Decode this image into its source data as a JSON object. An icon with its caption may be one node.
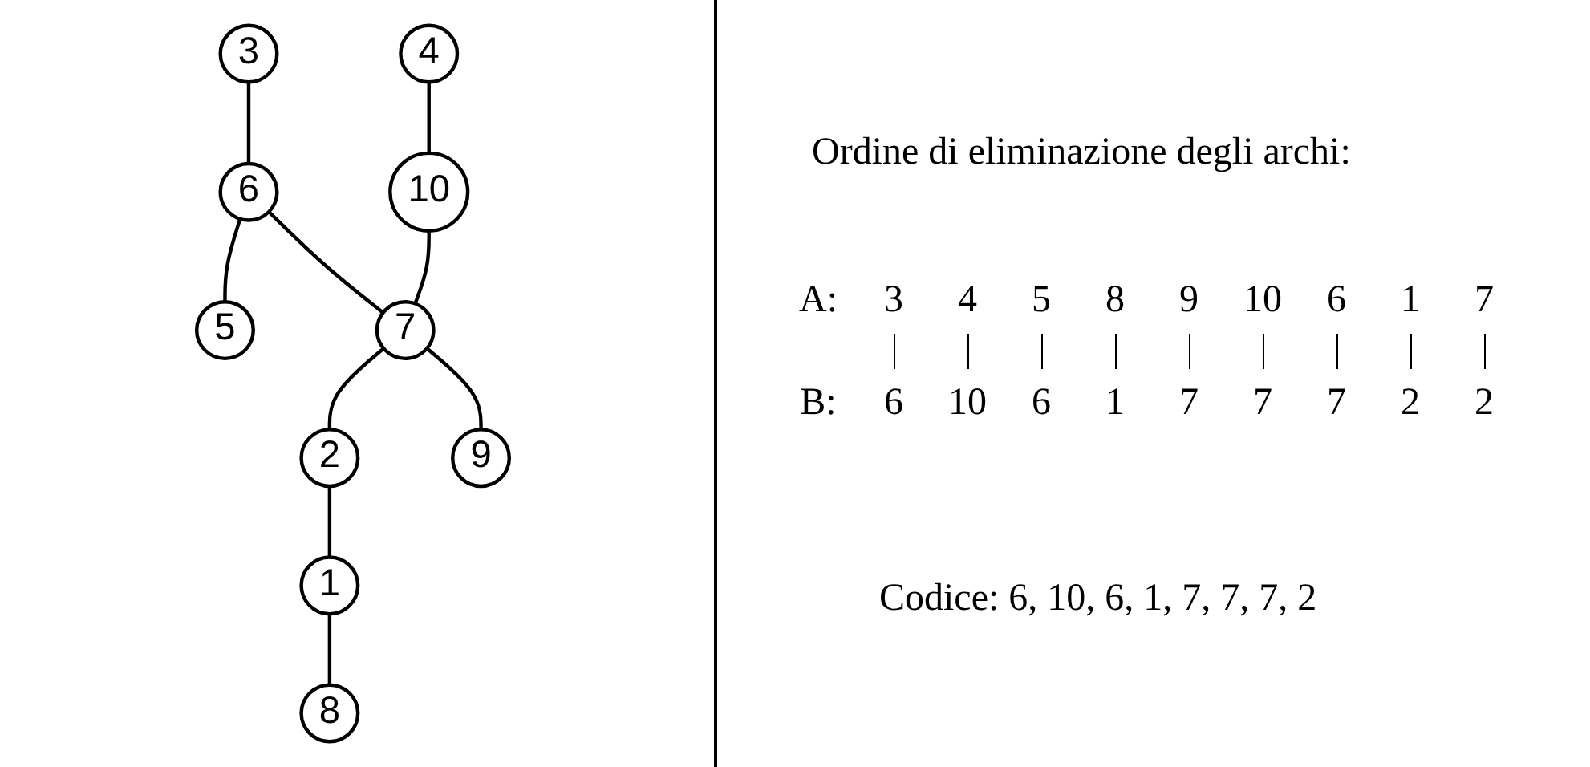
{
  "diagram": {
    "nodes": [
      {
        "text": [
          "3"
        ]
      },
      {
        "text": [
          "4"
        ]
      },
      {
        "text": [
          "10"
        ]
      },
      {
        "text": [
          "6"
        ]
      },
      {
        "text": [
          "5"
        ]
      },
      {
        "text": [
          "7"
        ]
      },
      {
        "text": [
          "2"
        ]
      },
      {
        "text": [
          "9"
        ]
      },
      {
        "text": [
          "1"
        ]
      },
      {
        "text": [
          "8"
        ]
      }
    ],
    "edges": [
      {
        "from": 1,
        "to": 2,
        "arrow": "none"
      },
      {
        "from": 0,
        "to": 3,
        "arrow": "none"
      },
      {
        "from": 3,
        "to": 4,
        "arrow": "none"
      },
      {
        "from": 2,
        "to": 5,
        "arrow": "none"
      },
      {
        "from": 3,
        "to": 5,
        "arrow": "none"
      },
      {
        "from": 5,
        "to": 6,
        "arrow": "none"
      },
      {
        "from": 5,
        "to": 7,
        "arrow": "none"
      },
      {
        "from": 6,
        "to": 8,
        "arrow": "none"
      },
      {
        "from": 8,
        "to": 9,
        "arrow": "none"
      }
    ],
    "labels": [
      "Ordine di eliminazione degli archi:",
      "A:",
      "3",
      "4",
      "5",
      "8",
      "9",
      "10",
      "6",
      "1",
      "7",
      "B:",
      "6",
      "10",
      "6",
      "1",
      "7",
      "7",
      "7",
      "2",
      "2",
      "Codice: 6, 10, 6, 1, 7, 7, 7, 2"
    ]
  }
}
